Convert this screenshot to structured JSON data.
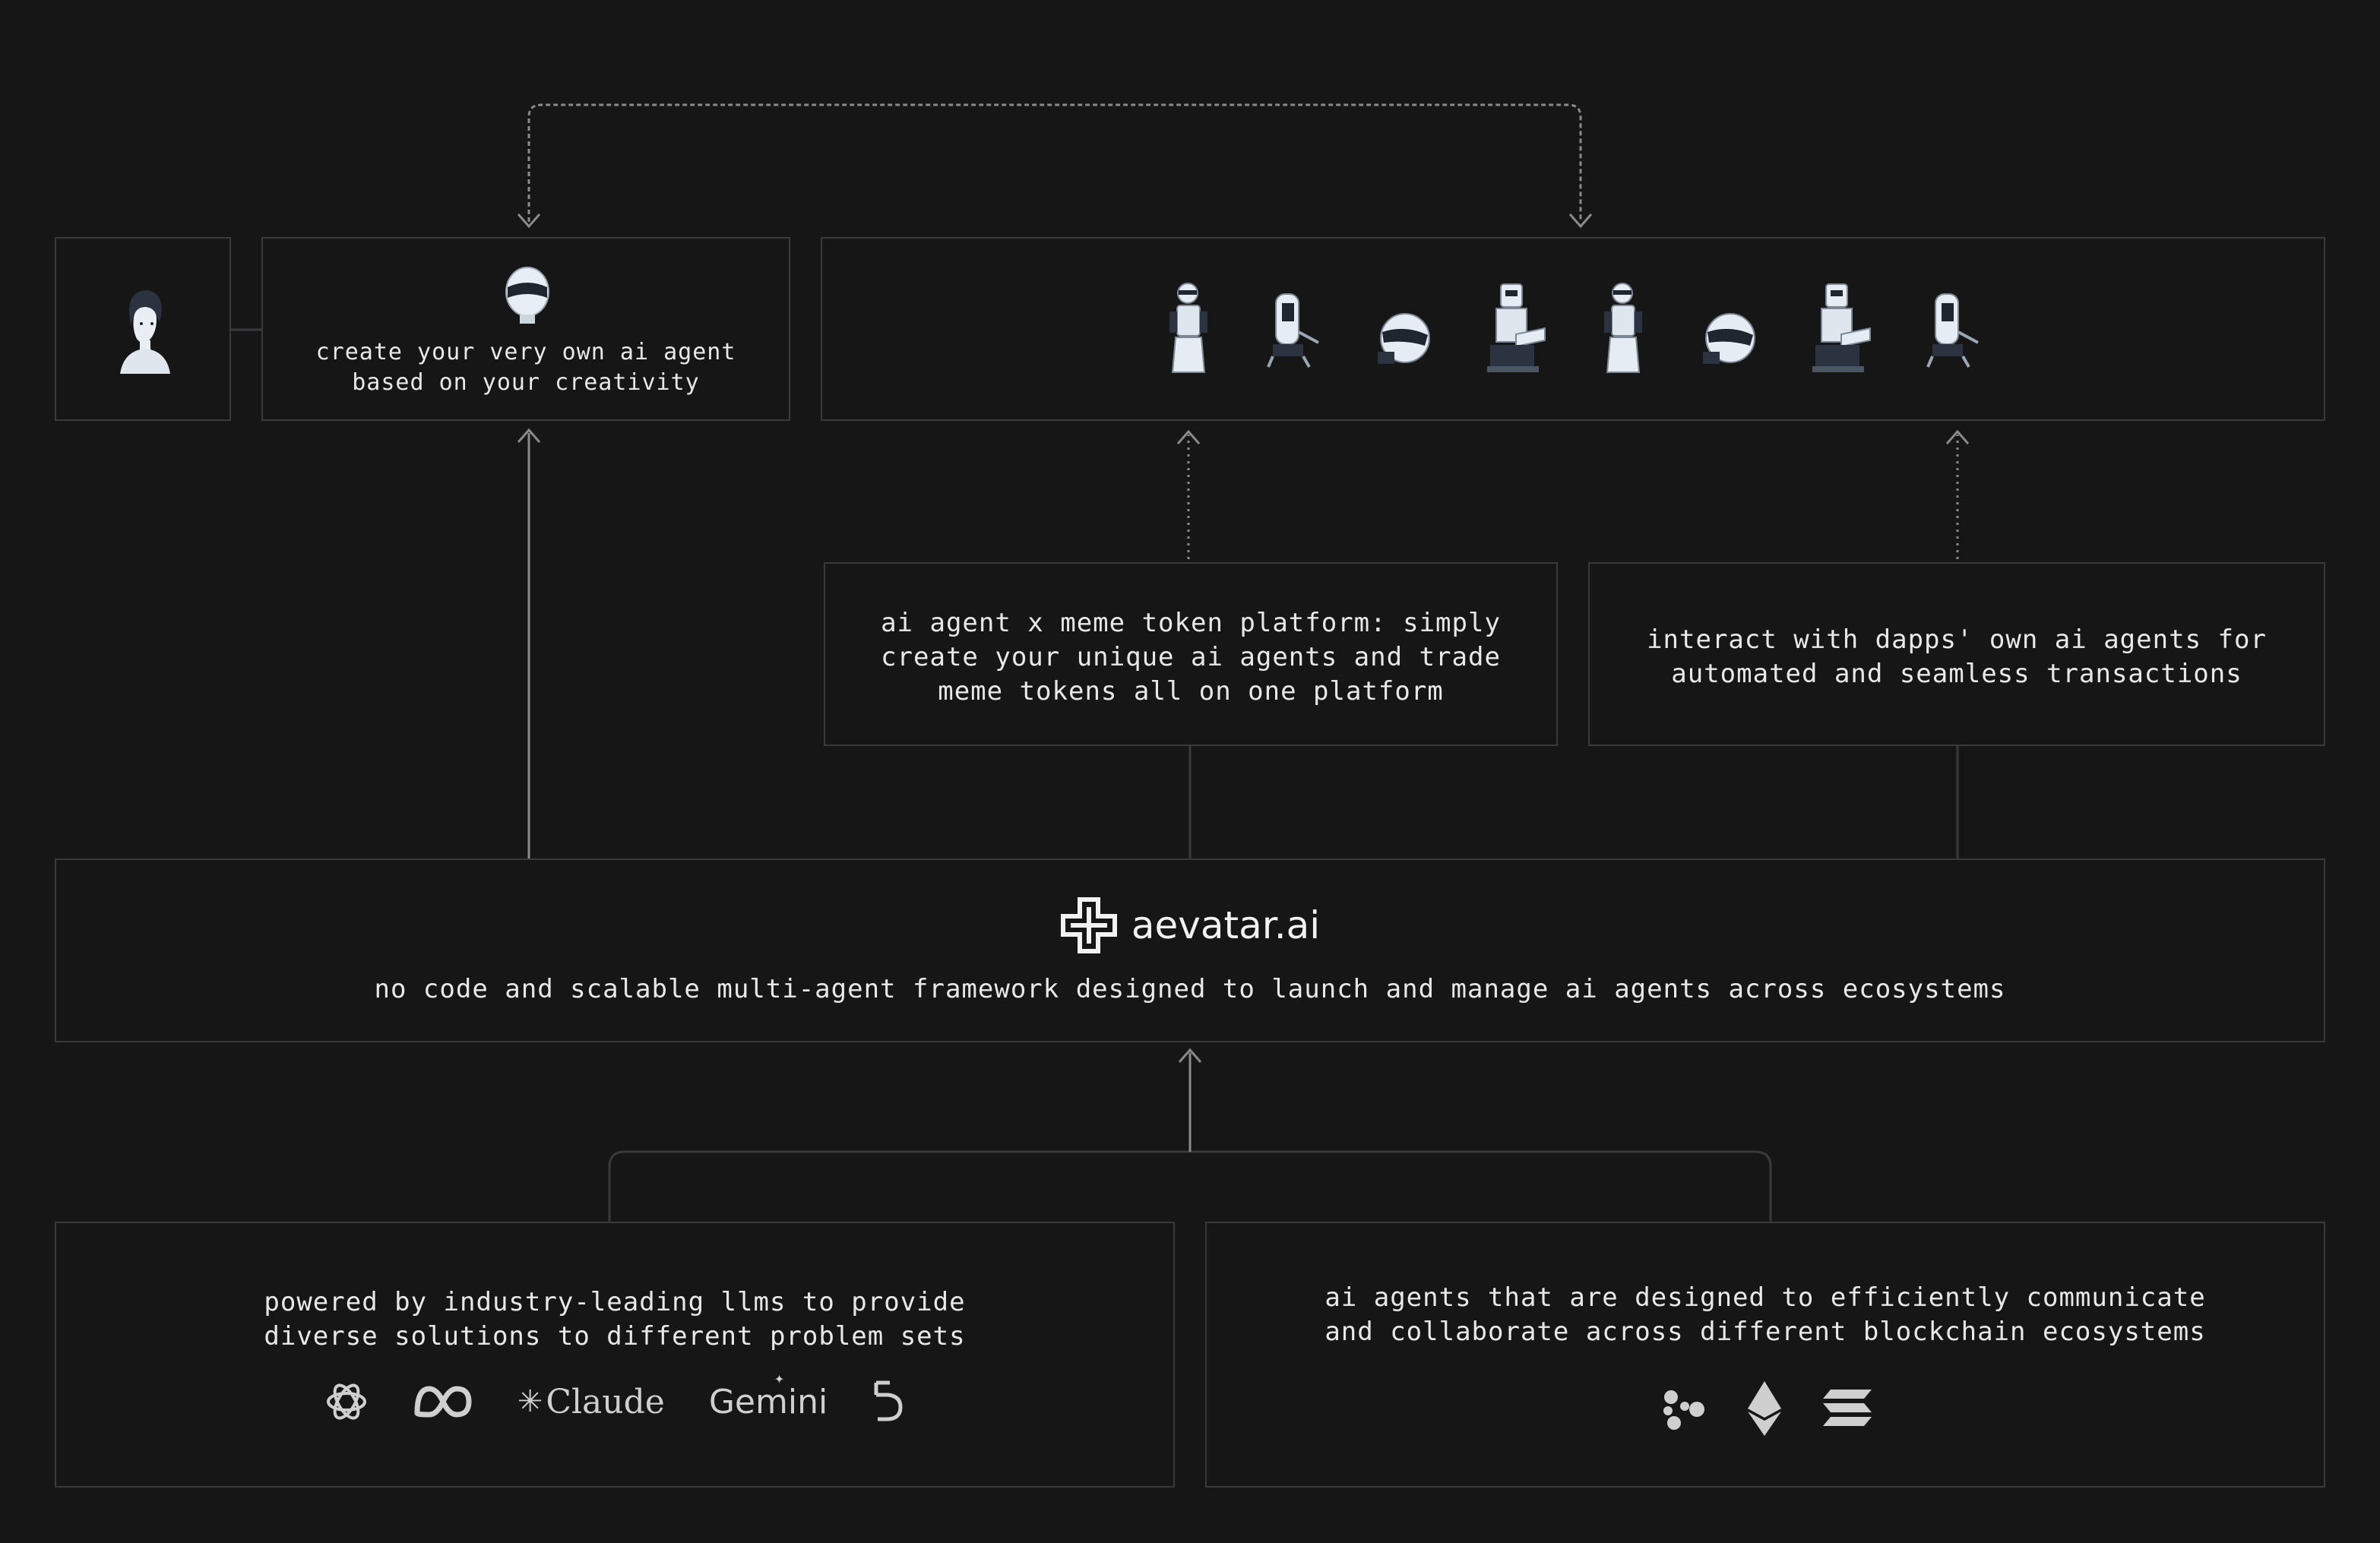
{
  "creator_box": {
    "text": "create your very own ai agent\nbased on your creativity"
  },
  "meme_platform_box": {
    "text": "ai agent x meme token platform: simply\ncreate your unique ai agents and trade\nmeme tokens all on one platform"
  },
  "dapps_box": {
    "text": "interact with dapps' own ai agents for\nautomated and seamless transactions"
  },
  "framework_box": {
    "brand": "aevatar.ai",
    "description": "no code and scalable multi-agent framework designed to launch and manage ai agents across ecosystems"
  },
  "llm_box": {
    "text": "powered by industry-leading llms to provide\ndiverse solutions to different problem sets",
    "logos": [
      "openai-icon",
      "meta-icon",
      "Claude",
      "Gemini",
      "deepseek-icon"
    ],
    "claude_label": "Claude",
    "gemini_label": "Gemini"
  },
  "blockchain_box": {
    "text": "ai agents that are designed to efficiently communicate\nand collaborate across different blockchain ecosystems",
    "logos": [
      "aelf-icon",
      "ethereum-icon",
      "solana-icon"
    ]
  },
  "agents_row": {
    "icons": [
      "robot-butler-icon",
      "robot-walker-icon",
      "robot-helmet-icon",
      "robot-desk-icon",
      "robot-butler-icon",
      "robot-helmet-icon",
      "robot-desk-icon",
      "robot-walker-icon"
    ]
  },
  "colors": {
    "background": "#161617",
    "border": "#3a3a3c",
    "connector": "#8a8a8a",
    "text": "#e8e8e8"
  }
}
